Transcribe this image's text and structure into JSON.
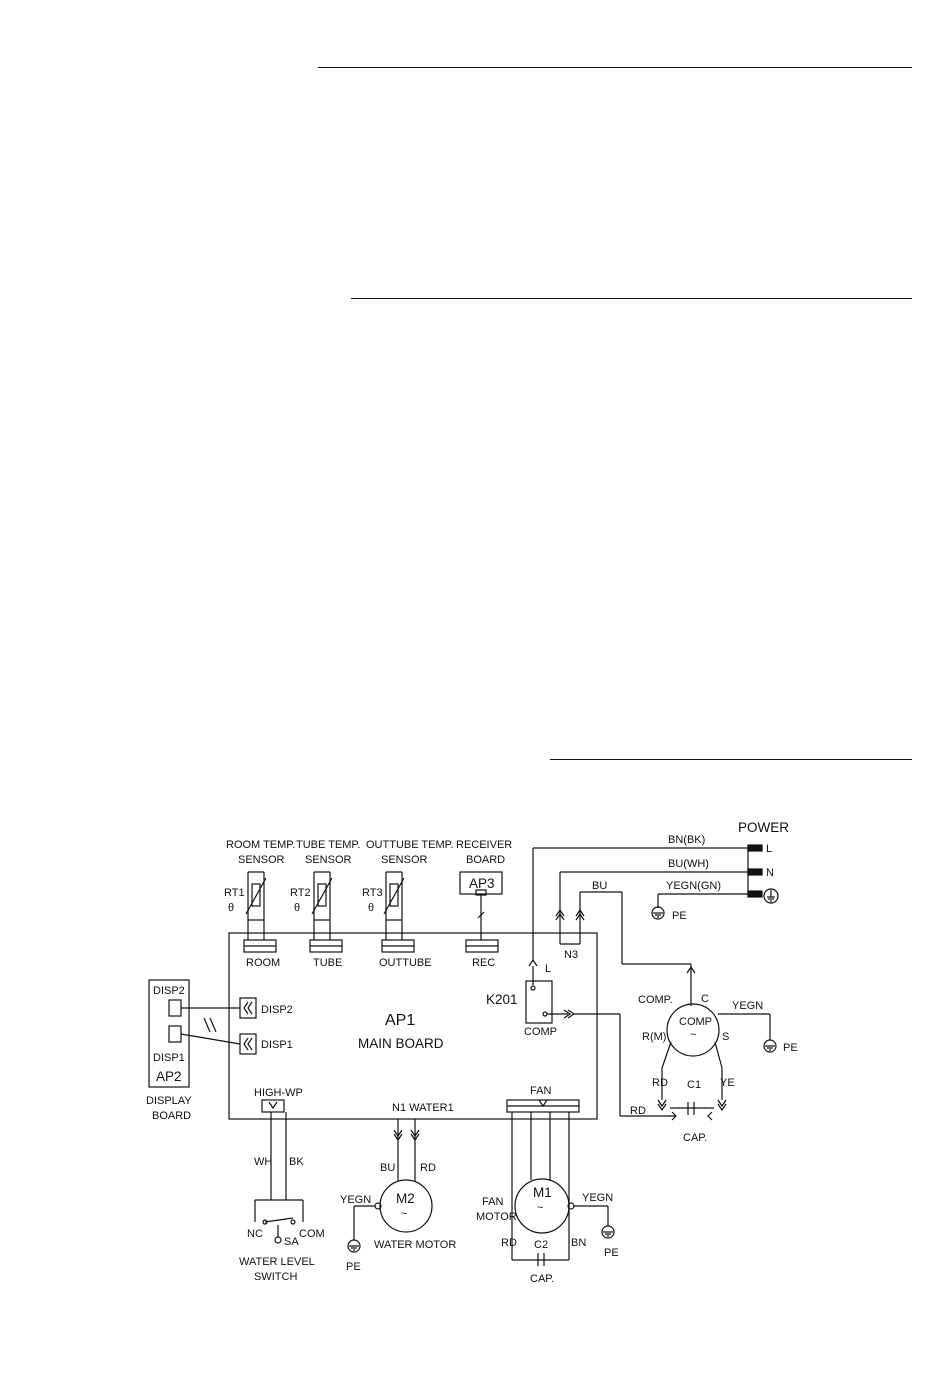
{
  "labels": {
    "room_temp_sensor_l1": "ROOM TEMP.",
    "room_temp_sensor_l2": "SENSOR",
    "tube_temp_sensor_l1": "TUBE TEMP.",
    "tube_temp_sensor_l2": "SENSOR",
    "outtube_temp_sensor_l1": "OUTTUBE TEMP.",
    "outtube_temp_sensor_l2": "SENSOR",
    "receiver_board_l1": "RECEIVER",
    "receiver_board_l2": "BOARD",
    "rt1": "RT1",
    "rt2": "RT2",
    "rt3": "RT3",
    "theta": "θ",
    "ap3": "AP3",
    "room": "ROOM",
    "tube": "TUBE",
    "outtube": "OUTTUBE",
    "rec": "REC",
    "power": "POWER",
    "bn_bk": "BN(BK)",
    "bu_wh": "BU(WH)",
    "yegn_gn": "YEGN(GN)",
    "l": "L",
    "n": "N",
    "pe": "PE",
    "bu": "BU",
    "n3": "N3",
    "k201": "K201",
    "comp": "COMP",
    "comp_dot": "COMP.",
    "c": "C",
    "yegn": "YEGN",
    "r_m": "R(M)",
    "s": "S",
    "rd": "RD",
    "ye": "YE",
    "c1": "C1",
    "cap": "CAP.",
    "disp2": "DISP2",
    "disp1": "DISP1",
    "ap2": "AP2",
    "display_board_l1": "DISPLAY",
    "display_board_l2": "BOARD",
    "ap1": "AP1",
    "main_board": "MAIN BOARD",
    "high_wp": "HIGH-WP",
    "n1_water1": "N1  WATER1",
    "fan": "FAN",
    "wh": "WH",
    "bk": "BK",
    "nc": "NC",
    "com": "COM",
    "sa": "SA",
    "water_level_l1": "WATER LEVEL",
    "water_level_l2": "SWITCH",
    "m2": "M2",
    "water_motor": "WATER MOTOR",
    "fan_motor_l1": "FAN",
    "fan_motor_l2": "MOTOR",
    "m1": "M1",
    "c2": "C2",
    "bn": "BN",
    "tilde": "~"
  }
}
